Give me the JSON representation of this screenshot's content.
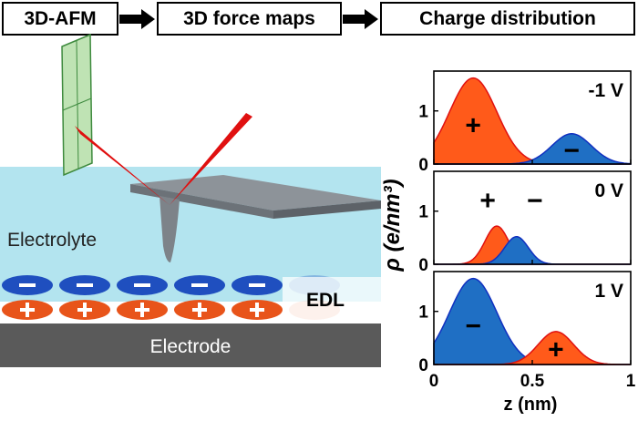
{
  "flow": {
    "steps": [
      "3D-AFM",
      "3D force maps",
      "Charge distribution"
    ]
  },
  "schematic": {
    "electrolyte_label": "Electrolyte",
    "edl_label": "EDL",
    "electrode_label": "Electrode",
    "anion_symbol": "−",
    "cation_symbol": "+",
    "colors": {
      "electrolyte": "#b3e4ef",
      "electrode": "#5a5a5a",
      "anion": "#1f4fbf",
      "cation": "#e8541a",
      "laser": "#e01010",
      "cantilever": "#8c939a",
      "photodetector": "#bfe3b4"
    }
  },
  "chart_data": [
    {
      "type": "area",
      "annotation": "-1 V",
      "series": [
        {
          "sign": "+",
          "color": "#ff5a1a",
          "center": 0.2,
          "width": 0.12,
          "peak": 1.62
        },
        {
          "sign": "−",
          "color": "#1f6fc4",
          "center": 0.7,
          "width": 0.1,
          "peak": 0.57
        }
      ],
      "x_range": [
        0,
        1
      ],
      "y_range": [
        0,
        1.75
      ],
      "yticks": [
        "0",
        "1"
      ]
    },
    {
      "type": "area",
      "annotation": "0 V",
      "series": [
        {
          "sign": "+",
          "color": "#ff5a1a",
          "center": 0.32,
          "width": 0.06,
          "peak": 0.72
        },
        {
          "sign": "−",
          "color": "#1f6fc4",
          "center": 0.42,
          "width": 0.06,
          "peak": 0.52
        }
      ],
      "x_range": [
        0,
        1
      ],
      "y_range": [
        0,
        1.75
      ],
      "yticks": [
        "0",
        "1"
      ]
    },
    {
      "type": "area",
      "annotation": "1 V",
      "series": [
        {
          "sign": "−",
          "color": "#1f6fc4",
          "center": 0.2,
          "width": 0.12,
          "peak": 1.62
        },
        {
          "sign": "+",
          "color": "#ff5a1a",
          "center": 0.62,
          "width": 0.09,
          "peak": 0.62
        }
      ],
      "x_range": [
        0,
        1
      ],
      "y_range": [
        0,
        1.75
      ],
      "yticks": [
        "0",
        "1"
      ]
    }
  ],
  "axes": {
    "ylabel": "ρ (e/nm³)",
    "xlabel": "z (nm)",
    "xticks": [
      "0",
      "0.5",
      "1"
    ]
  }
}
